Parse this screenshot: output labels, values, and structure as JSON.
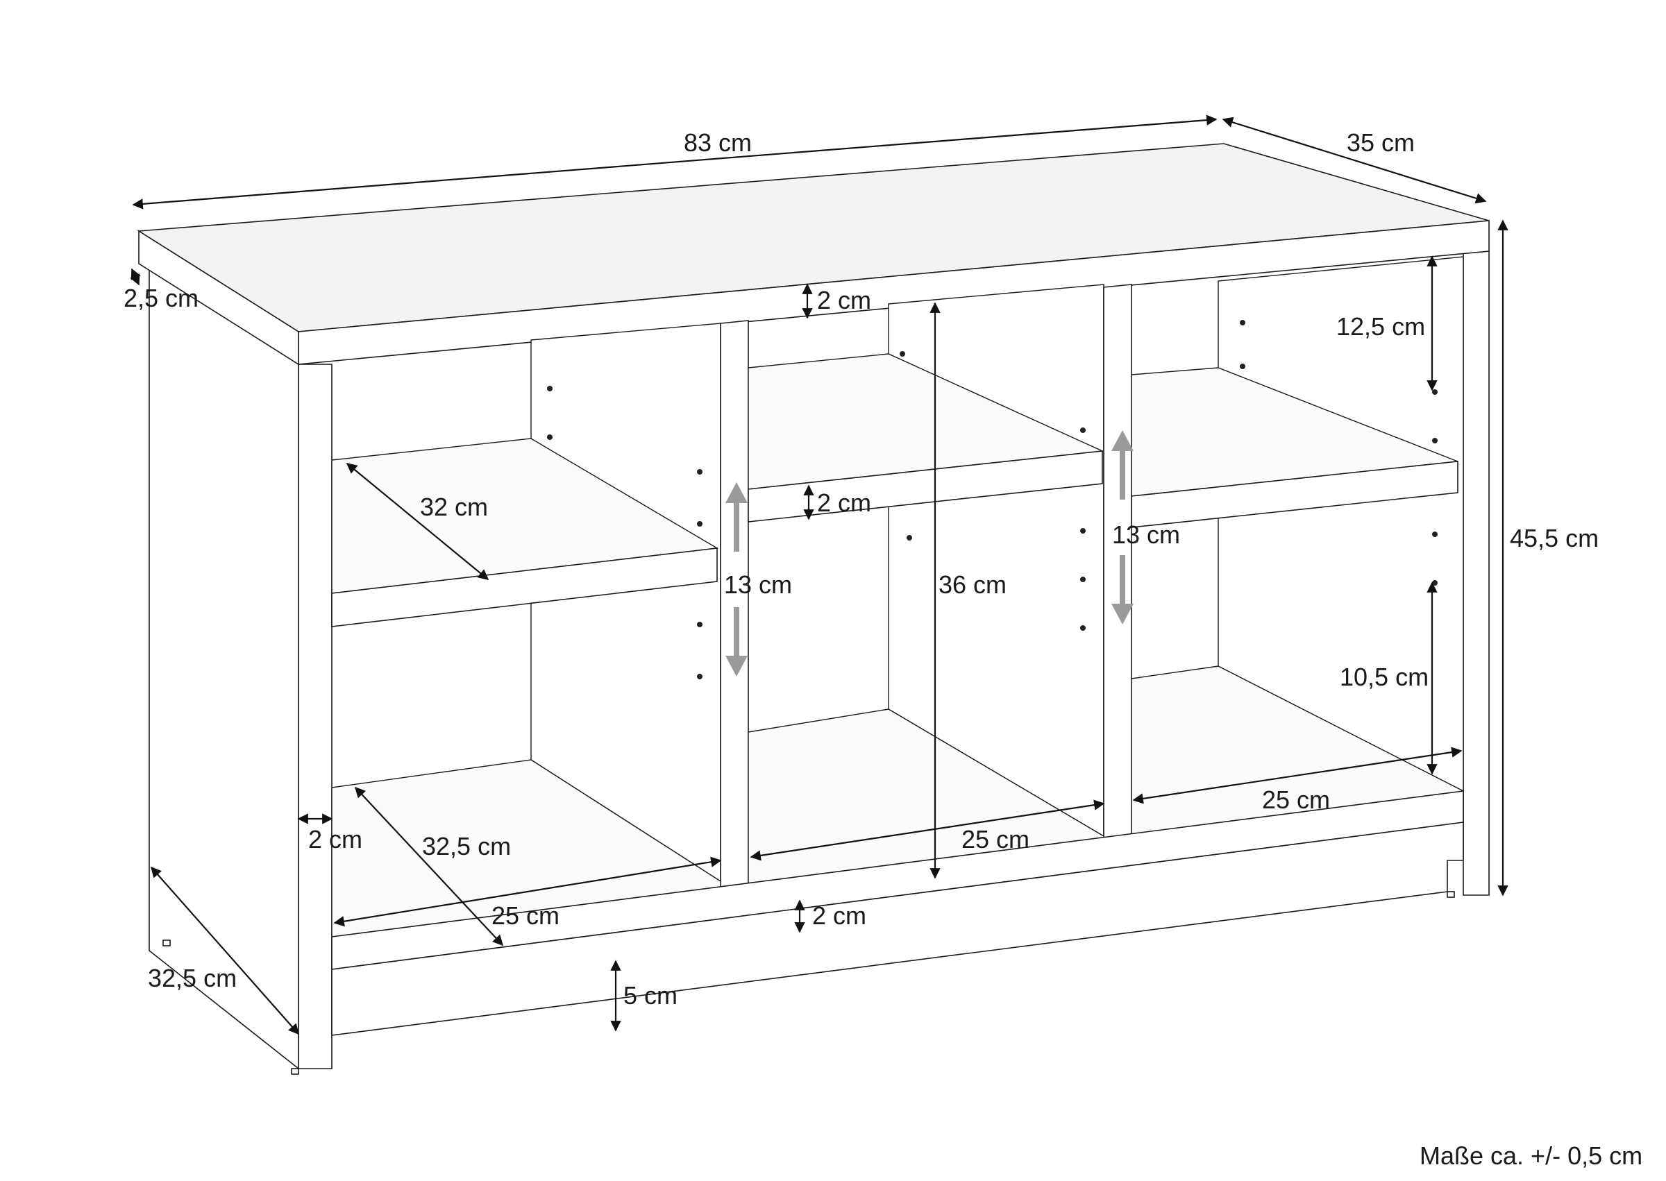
{
  "diagram": {
    "dimensions": {
      "width": "83 cm",
      "depth": "35 cm",
      "height": "45,5 cm",
      "top_thickness": "2,5 cm",
      "side_depth": "32,5 cm",
      "side_thickness": "2 cm",
      "upper_gap": "2 cm",
      "shelf_thickness": "2 cm",
      "bottom_board": "2 cm",
      "plinth_height": "5 cm",
      "shelf_depth": "32 cm",
      "compartment_depth": "32,5 cm",
      "compartment_width_left": "25 cm",
      "compartment_width_middle": "25 cm",
      "compartment_width_right": "25 cm",
      "inner_height": "36 cm",
      "shelf_adjust_left": "13 cm",
      "shelf_adjust_middle": "13 cm",
      "upper_space_right": "12,5 cm",
      "lower_space_right": "10,5 cm"
    },
    "note": "Maße ca. +/- 0,5 cm"
  },
  "colors": {
    "line": "#1a1a1a",
    "adjust_arrow": "#9a9a9a",
    "background": "#ffffff"
  }
}
